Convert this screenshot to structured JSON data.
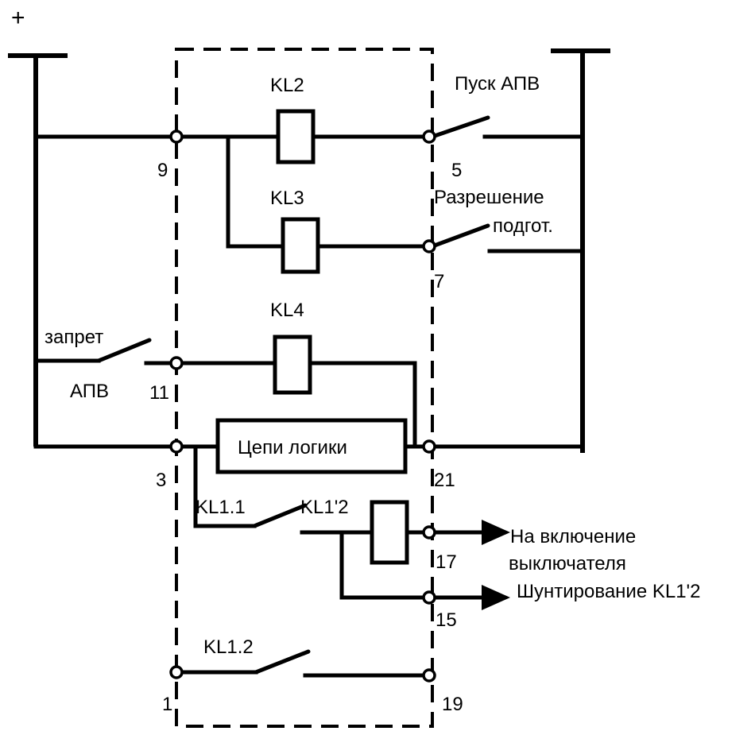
{
  "polarity": {
    "plus": "+"
  },
  "relays": {
    "kl2": "KL2",
    "kl3": "KL3",
    "kl4": "KL4",
    "kl1_2_top": "KL1.2"
  },
  "contacts": {
    "pusk": "Пуск АПВ",
    "razreshenie_1": "Разрешение",
    "razreshenie_2": "подгот.",
    "zapret_1": "запрет",
    "zapret_2": "АПВ",
    "kl1_1": "KL1.1",
    "kl1_2_coil": "KL1'2"
  },
  "logic": {
    "label": "Цепи логики"
  },
  "outputs": {
    "switch_on_1": "На включение",
    "switch_on_2": "выключателя",
    "shunt": "Шунтирование KL1'2"
  },
  "terminals": {
    "t9": "9",
    "t5": "5",
    "t7": "7",
    "t11": "11",
    "t3": "3",
    "t21": "21",
    "t17": "17",
    "t15": "15",
    "t1": "1",
    "t19": "19"
  }
}
